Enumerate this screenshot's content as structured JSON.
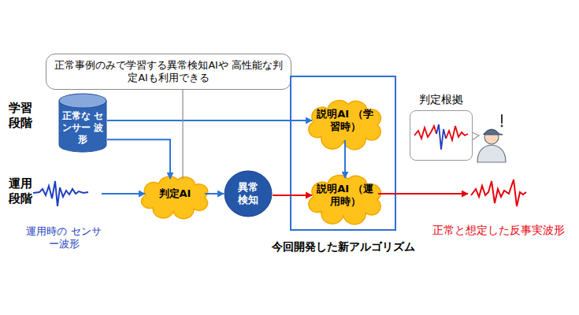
{
  "diagram": {
    "nodes": [
      {
        "text": [
          "正常事例のみで学習する異常検知AIや 高性能な判定AIも利用できる"
        ]
      },
      {
        "text": [
          "正常な センサー 波形"
        ]
      },
      {
        "text": [
          "今回開発した新アルゴリズム"
        ]
      },
      {
        "text": [
          "説明AI （学習時）"
        ],
        "in": 2
      },
      {
        "text": [
          "判定根拠"
        ]
      },
      {
        "text": [
          "運用時の センサー波形"
        ]
      },
      {
        "text": [
          "判定AI"
        ]
      },
      {
        "text": [
          "異常 検知"
        ]
      },
      {
        "text": [
          "説明AI （運用時）"
        ],
        "in": 2
      },
      {
        "text": [
          "正常と想定した反事実波形"
        ]
      }
    ],
    "edges": [
      {
        "from": 1,
        "to": 6,
        "arrow": "to"
      },
      {
        "from": 1,
        "to": 3,
        "arrow": "to"
      },
      {
        "from": 0,
        "to": 6,
        "arrow": "none"
      },
      {
        "from": 5,
        "to": 6,
        "arrow": "to"
      },
      {
        "from": 6,
        "to": 7,
        "arrow": "to"
      },
      {
        "from": 7,
        "to": 8,
        "arrow": "to"
      },
      {
        "from": 3,
        "to": 8,
        "arrow": "to"
      },
      {
        "from": 8,
        "to": 9,
        "arrow": "to"
      }
    ],
    "labels": [
      "学習 段階",
      "運用 段階"
    ]
  }
}
